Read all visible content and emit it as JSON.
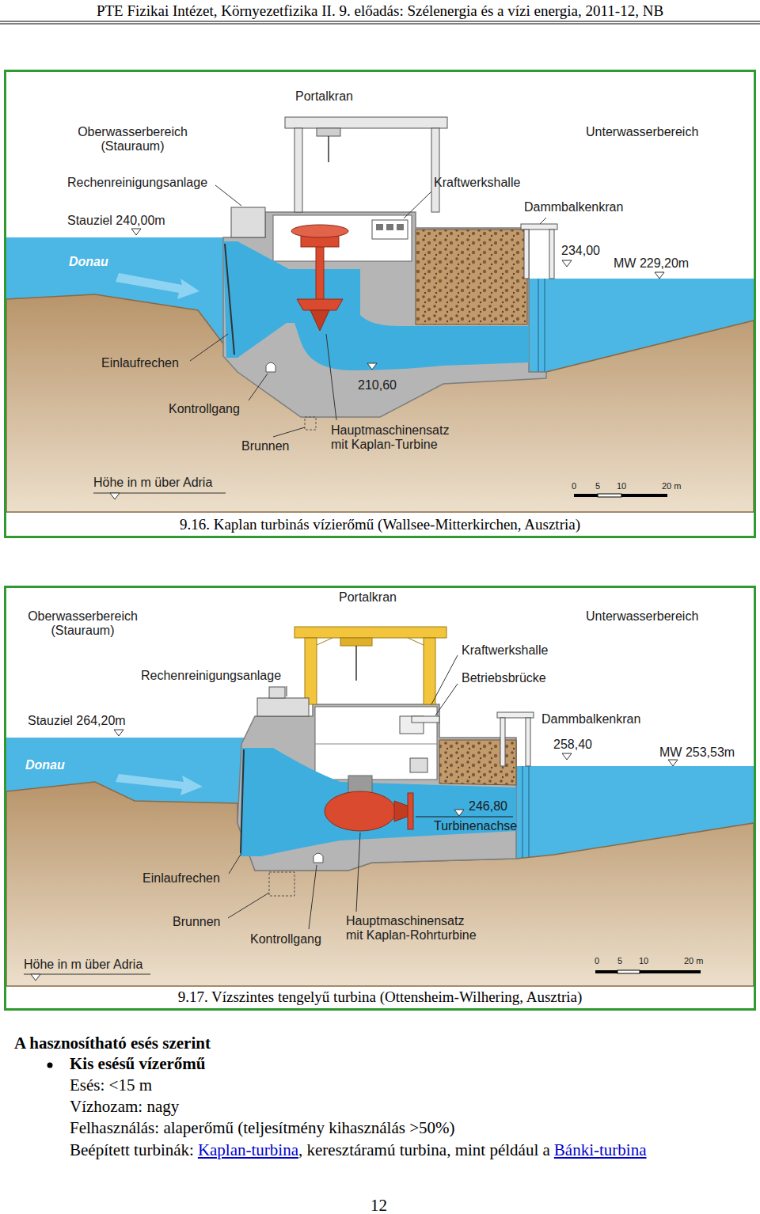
{
  "diagram": {
    "title": "PTE Fizikai Intézet, Környezetfizika II. 9. előadás: Szélenergia és a vízi energia, 2011-12, NB",
    "nodes": [
      {
        "text": [
          "9.16. Kaplan turbinás vízierőmű (Wallsee-Mitterkirchen, Ausztria)"
        ]
      },
      {
        "text": [
          "9.17. Vízszintes tengelyű turbina (Ottensheim-Wilhering, Ausztria)"
        ]
      }
    ],
    "labels": [
      "Portalkran",
      "Oberwasserbereich (Stauraum)",
      "Unterwasserbereich",
      "Rechenreinigungsanlage",
      "Kraftwerkshalle",
      "Stauziel 240,00m",
      "Dammbalkenkran",
      "234,00",
      "Donau",
      "MW 229,20m",
      "Einlaufrechen",
      "210,60",
      "Kontrollgang",
      "Hauptmaschinensatz mit Kaplan-Turbine",
      "Brunnen",
      "Höhe in m über Adria",
      "0",
      "5",
      "10",
      "20 m",
      "Portalkran",
      "Oberwasserbereich (Stauraum)",
      "Unterwasserbereich",
      "Kraftwerkshalle",
      "Rechenreinigungsanlage",
      "Betriebsbrücke",
      "Stauziel 264,20m",
      "Dammbalkenkran",
      "258,40",
      "Donau",
      "MW 253,53m",
      "246,80",
      "Turbinenachse",
      "Einlaufrechen",
      "Brunnen",
      "Hauptmaschinensatz mit Kaplan-Rohrturbine",
      "Kontrollgang",
      "Höhe in m über Adria",
      "0",
      "5",
      "10",
      "20 m",
      "A hasznosítható esés szerint",
      "Kis esésű vízerőmű",
      "Esés: <15 m",
      "Vízhozam: nagy",
      "Felhasználás: alaperőmű (teljesítmény kihasználás >50%)",
      "Beépített turbinák:",
      "Kaplan-turbina",
      ", keresztáramú turbina, mint például a",
      "Bánki-turbina",
      "12"
    ]
  }
}
